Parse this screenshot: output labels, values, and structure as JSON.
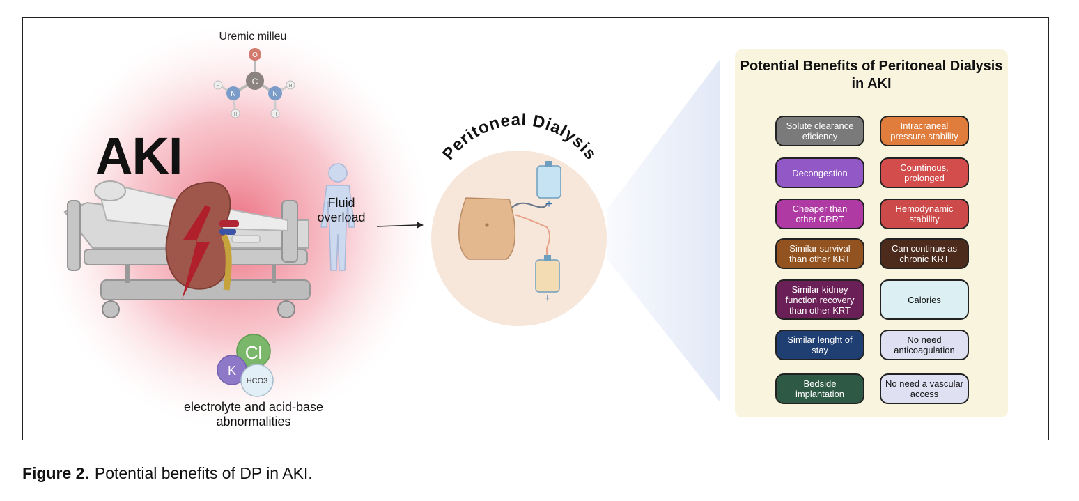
{
  "figure": {
    "uremic_label": "Uremic milleu",
    "aki_label": "AKI",
    "fluid_overload_label": "Fluid overload",
    "electrolyte_label": "electrolyte and acid-base abnormalities",
    "pd_title": "Peritoneal Dialysis",
    "molecule_atoms": {
      "o": "O",
      "c": "C",
      "n": "N",
      "h": "H"
    },
    "ions": {
      "k": "K",
      "cl": "Cl",
      "hco3": "HCO3"
    }
  },
  "benefits": {
    "title": "Potential Benefits of Peritoneal Dialysis in AKI",
    "left_items": [
      {
        "label": "Solute clearance eficiency",
        "color": "#7a7a7a",
        "text_color": "#ffffff"
      },
      {
        "label": "Decongestion",
        "color": "#9258c6",
        "text_color": "#ffffff"
      },
      {
        "label": "Cheaper than other CRRT",
        "color": "#b03aa3",
        "text_color": "#ffffff"
      },
      {
        "label": "Similar survival than other KRT",
        "color": "#935320",
        "text_color": "#ffffff"
      },
      {
        "label": "Similar kidney function recovery than other KRT",
        "color": "#6b1f57",
        "text_color": "#ffffff"
      },
      {
        "label": "Similar lenght of stay",
        "color": "#1f3f72",
        "text_color": "#ffffff"
      },
      {
        "label": "Bedside implantation",
        "color": "#2e5a45",
        "text_color": "#ffffff"
      }
    ],
    "right_items": [
      {
        "label": "Intracraneal pressure stability",
        "color": "#e07d3c",
        "text_color": "#ffffff"
      },
      {
        "label": "Countinous, prolonged",
        "color": "#d34d4d",
        "text_color": "#ffffff"
      },
      {
        "label": "Hemodynamic stability",
        "color": "#cc4a4a",
        "text_color": "#ffffff"
      },
      {
        "label": "Can continue as chronic KRT",
        "color": "#4d2b1c",
        "text_color": "#ffffff"
      },
      {
        "label": "Calories",
        "color": "#dcf0f3",
        "text_color": "#111111"
      },
      {
        "label": "No need anticoagulation",
        "color": "#dfe0f2",
        "text_color": "#111111"
      },
      {
        "label": "No need a vascular access",
        "color": "#dfe0f2",
        "text_color": "#111111"
      }
    ]
  },
  "caption": {
    "label": "Figure 2.",
    "text": "Potential benefits of DP in AKI."
  }
}
